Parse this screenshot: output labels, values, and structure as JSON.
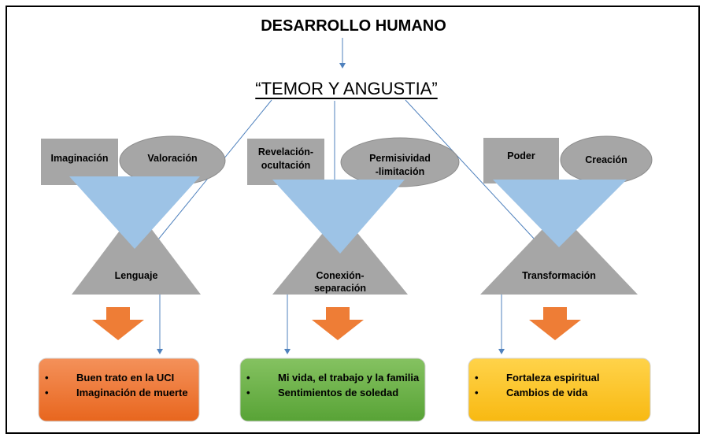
{
  "title": "DESARROLLO HUMANO",
  "subtitle": "“TEMOR Y ANGUSTIA”",
  "columns": [
    {
      "rect_label": "Imaginación",
      "ellipse_label": "Valoración",
      "triangle_label": "Lenguaje",
      "box_color": "#ee7d36",
      "box_items": [
        "Buen trato en la UCI",
        "Imaginación de muerte"
      ]
    },
    {
      "rect_label_line1": "Revelación-",
      "rect_label_line2": "ocultación",
      "ellipse_label_line1": "Permisividad",
      "ellipse_label_line2": "-limitación",
      "triangle_label_line1": "Conexión-",
      "triangle_label_line2": "separación",
      "box_color": "#6bb042",
      "box_items": [
        "Mi vida, el trabajo y la familia",
        "Sentimientos de soledad"
      ]
    },
    {
      "rect_label": "Poder",
      "ellipse_label": "Creación",
      "triangle_label": "Transformación",
      "box_color": "#fdc41b",
      "box_items": [
        "Fortaleza espiritual",
        "Cambios de vida"
      ]
    }
  ],
  "colors": {
    "shape_gray": "#a6a6a6",
    "funnel_blue": "#9dc3e6",
    "connector_blue": "#4f81bd",
    "arrow_orange": "#ee7d36"
  }
}
